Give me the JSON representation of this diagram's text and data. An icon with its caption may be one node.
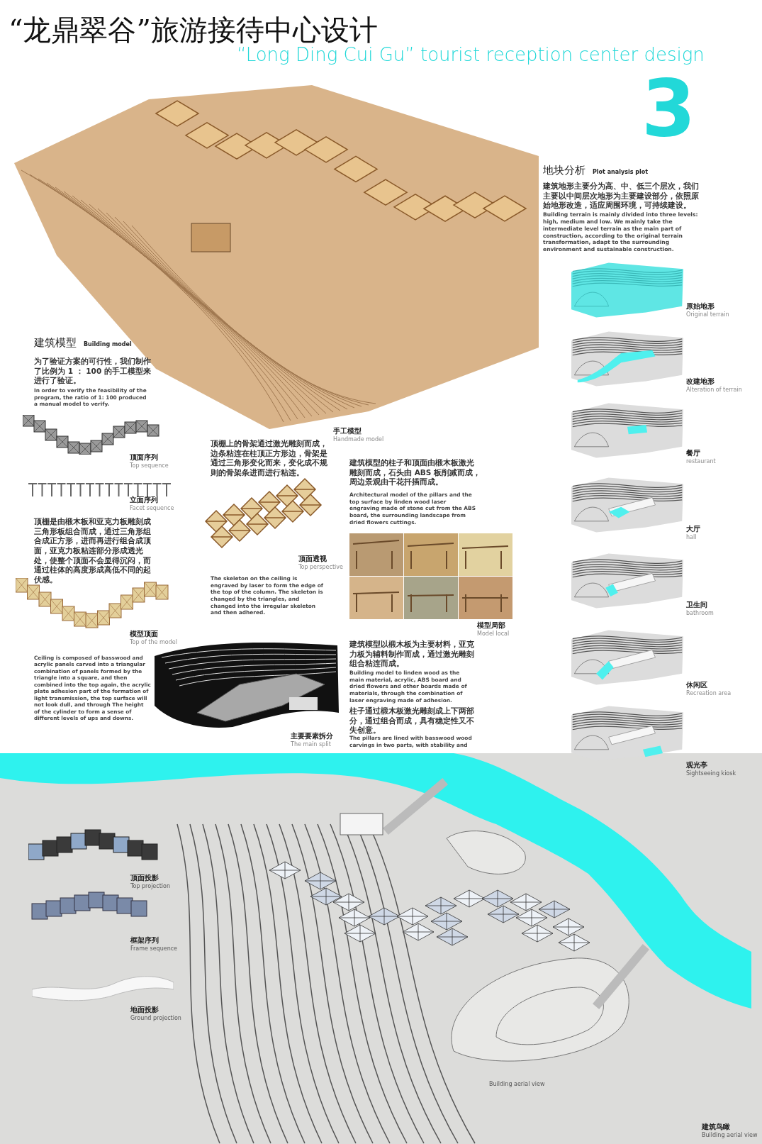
{
  "diagram": {
    "title": "“龙鼎翠谷”旅游接待中心设计",
    "labels": [
      "“Long Ding Cui Gu” tourist reception center design",
      "3",
      "地块分析",
      "Plot analysis plot",
      "建筑地形主要分为高、中、低三个层次，我们主要以中间层次地形为主要建设部分，依照原始地形改造，适应周围环境，可持续建设。",
      "Building terrain is mainly divided into three levels: high, medium and low. We mainly take the intermediate level terrain as the main part of construction, according to the original terrain transformation, adapt to the surrounding environment and sustainable construction.",
      "建筑模型",
      "Building model",
      "为了验证方案的可行性，我们制作了比例为 1 ： 100 的手工模型来进行了验证。",
      "In order to verify the feasibility of the program, the ratio of 1: 100 produced a manual model to verify.",
      "顶面序列",
      "Top sequence",
      "立面序列",
      "Facet sequence",
      "顶棚是由椴木板和亚克力板雕刻成三角形板组合而成，通过三角形组合成正方形，进而再进行组合成顶面，亚克力板粘连部分形成透光处，使整个顶面不会显得沉闷，而通过柱体的高度形成高低不同的起伏感。",
      "模型顶面",
      "Top of the model",
      "Ceiling is composed of basswood and acrylic panels carved into a triangular combination of panels formed by the triangle into a square, and then combined into the top again, the acrylic plate adhesion part of the formation of light transmission, the top surface will not look dull, and through The height of the cylinder to form a sense of different levels of ups and downs.",
      "手工模型",
      "Handmade model",
      "顶棚上的骨架通过激光雕刻而成，边条粘连在柱顶正方形边，骨架是通过三角形变化而来，变化成不规则的骨架条进而进行粘连。",
      "顶面透视",
      "Top perspective",
      "The skeleton on the ceiling is engraved by laser to form the edge of the top of the column. The skeleton is changed by the triangles, and changed into the irregular skeleton and then adhered.",
      "主要要素拆分",
      "The main split",
      "建筑模型的柱子和顶面由椴木板激光雕刻而成，石头由 ABS 板削减而成，周边景观由干花扦插而成。",
      "Architectural model of the pillars and the top surface by linden wood laser engraving made of stone cut from the ABS board, the surrounding landscape from dried flowers cuttings.",
      "模型局部",
      "Model local",
      "建筑模型以椴木板为主要材料，亚克力板为辅料制作而成，通过激光雕刻组合粘连而成。",
      "Building model to linden wood as the main material, acrylic, ABS board and dried flowers and other boards made of materials, through the combination of laser engraving made of adhesion.",
      "柱子通过椴木板激光雕刻成上下两部分，通过组合而成，具有稳定性又不失创意。",
      "The pillars are lined with basswood wood carvings in two parts, with stability and",
      "原始地形",
      "Original terrain",
      "改建地形",
      "Alteration of terrain",
      "餐厅",
      "restaurant",
      "大厅",
      "hall",
      "卫生间",
      "bathroom",
      "休闲区",
      "Recreation area",
      "观光亭",
      "Sightseeing kiosk",
      "顶面投影",
      "Top projection",
      "框架序列",
      "Frame sequence",
      "地面投影",
      "Ground projection",
      "Building aerial view",
      "建筑鸟瞰",
      "Building aerial view"
    ]
  }
}
